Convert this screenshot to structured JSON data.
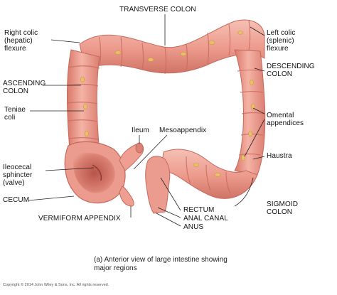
{
  "labels": {
    "transverse_colon": "TRANSVERSE COLON",
    "right_colic_flexure": "Right colic\n(hepatic)\nflexure",
    "left_colic_flexure": "Left colic\n(splenic)\nflexure",
    "descending_colon": "DESCENDING\nCOLON",
    "ascending_colon": "ASCENDING\nCOLON",
    "teniae_coli": "Teniae\ncoli",
    "ileum": "Ileum",
    "mesoappendix": "Mesoappendix",
    "omental_appendices": "Omental\nappendices",
    "ileocecal_sphincter": "Ileocecal\nsphincter\n(valve)",
    "haustra": "Haustra",
    "cecum": "CECUM",
    "sigmoid_colon": "SIGMOID\nCOLON",
    "vermiform_appendix": "VERMIFORM APPENDIX",
    "rectum": "RECTUM",
    "anal_canal": "ANAL CANAL",
    "anus": "ANUS"
  },
  "caption": "(a) Anterior view of large intestine showing\nmajor regions",
  "copyright": "Copyright © 2014 John Wiley & Sons, Inc. All rights reserved.",
  "colors": {
    "tissue": "#ee9f92",
    "tissue_dark": "#c9685d",
    "tissue_light": "#f8c7bc",
    "fat": "#e9c46a",
    "leader": "#222222"
  }
}
